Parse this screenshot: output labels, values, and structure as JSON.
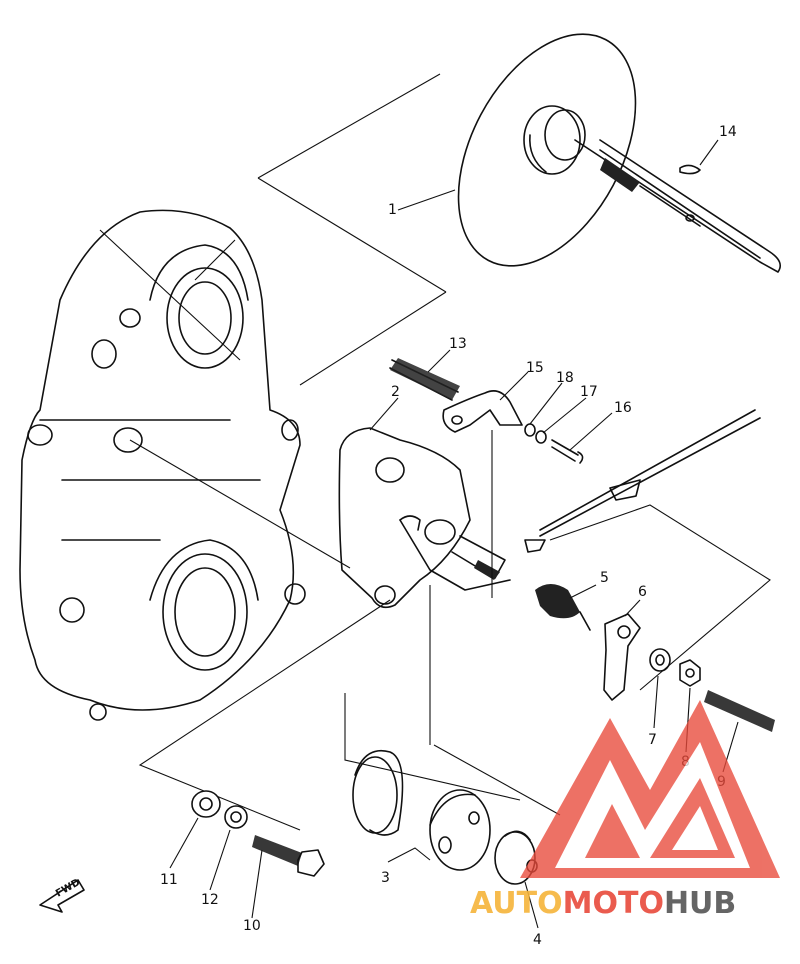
{
  "diagram": {
    "callouts": [
      {
        "id": "1",
        "label": "1"
      },
      {
        "id": "2",
        "label": "2"
      },
      {
        "id": "3",
        "label": "3"
      },
      {
        "id": "4",
        "label": "4"
      },
      {
        "id": "5",
        "label": "5"
      },
      {
        "id": "6",
        "label": "6"
      },
      {
        "id": "7",
        "label": "7"
      },
      {
        "id": "8",
        "label": "8"
      },
      {
        "id": "9",
        "label": "9"
      },
      {
        "id": "10",
        "label": "10"
      },
      {
        "id": "11",
        "label": "11"
      },
      {
        "id": "12",
        "label": "12"
      },
      {
        "id": "13",
        "label": "13"
      },
      {
        "id": "14",
        "label": "14"
      },
      {
        "id": "15",
        "label": "15"
      },
      {
        "id": "16",
        "label": "16"
      },
      {
        "id": "17",
        "label": "17"
      },
      {
        "id": "18",
        "label": "18"
      }
    ],
    "direction_label": "FWD"
  },
  "watermark": {
    "part1": "AUTO",
    "part2": "MOTO",
    "part3": "HUB",
    "colors": {
      "auto": "#f6b43a",
      "moto": "#e84a3b",
      "hub": "#555555",
      "logo": "#e84a3b"
    }
  }
}
